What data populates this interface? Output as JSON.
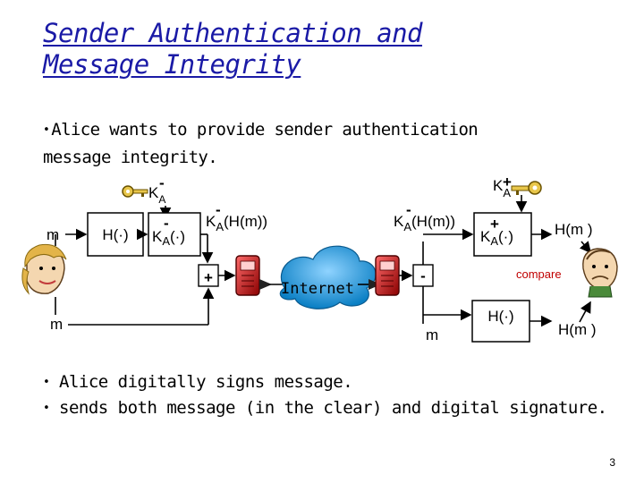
{
  "title": {
    "line1": "Sender Authentication and",
    "line2": "Message Integrity"
  },
  "intro": {
    "bullet": "•",
    "line1": "Alice wants to provide sender authentication",
    "line2": "message integrity."
  },
  "diagram": {
    "key_top_left": {
      "k": "K",
      "minus": "-",
      "sub": "A"
    },
    "key_top_right": {
      "k": "K",
      "plus": "+",
      "sub": "A"
    },
    "m_left": "m",
    "m_bottom": "m",
    "hash_box": "H(·)",
    "sign_box": {
      "k": "K",
      "minus": "-",
      "sub": "A",
      "arg": "(·)"
    },
    "signed_hash_left": {
      "k": "K",
      "minus": "-",
      "sub": "A",
      "arg": "(H(m))"
    },
    "plus_sign": "+",
    "internet": "Internet",
    "signed_hash_right": {
      "k": "K",
      "minus": "-",
      "sub": "A",
      "arg": "(H(m))"
    },
    "minus_sign": "-",
    "verify_box": {
      "k": "K",
      "plus": "+",
      "sub": "A",
      "arg": "(·)"
    },
    "hm_top": "H(m )",
    "compare": "compare",
    "m_right": "m",
    "hash_box_right": "H(·)",
    "hm_bottom": "H(m )",
    "colors": {
      "compare": "#c00000",
      "cloud": "#0a7fc4",
      "phone": "#cc1a1a"
    }
  },
  "bullets": [
    {
      "dot": "•",
      "text": "Alice digitally signs message."
    },
    {
      "dot": "•",
      "text": "sends both message (in the clear) and digital signature."
    }
  ],
  "page_number": "3"
}
